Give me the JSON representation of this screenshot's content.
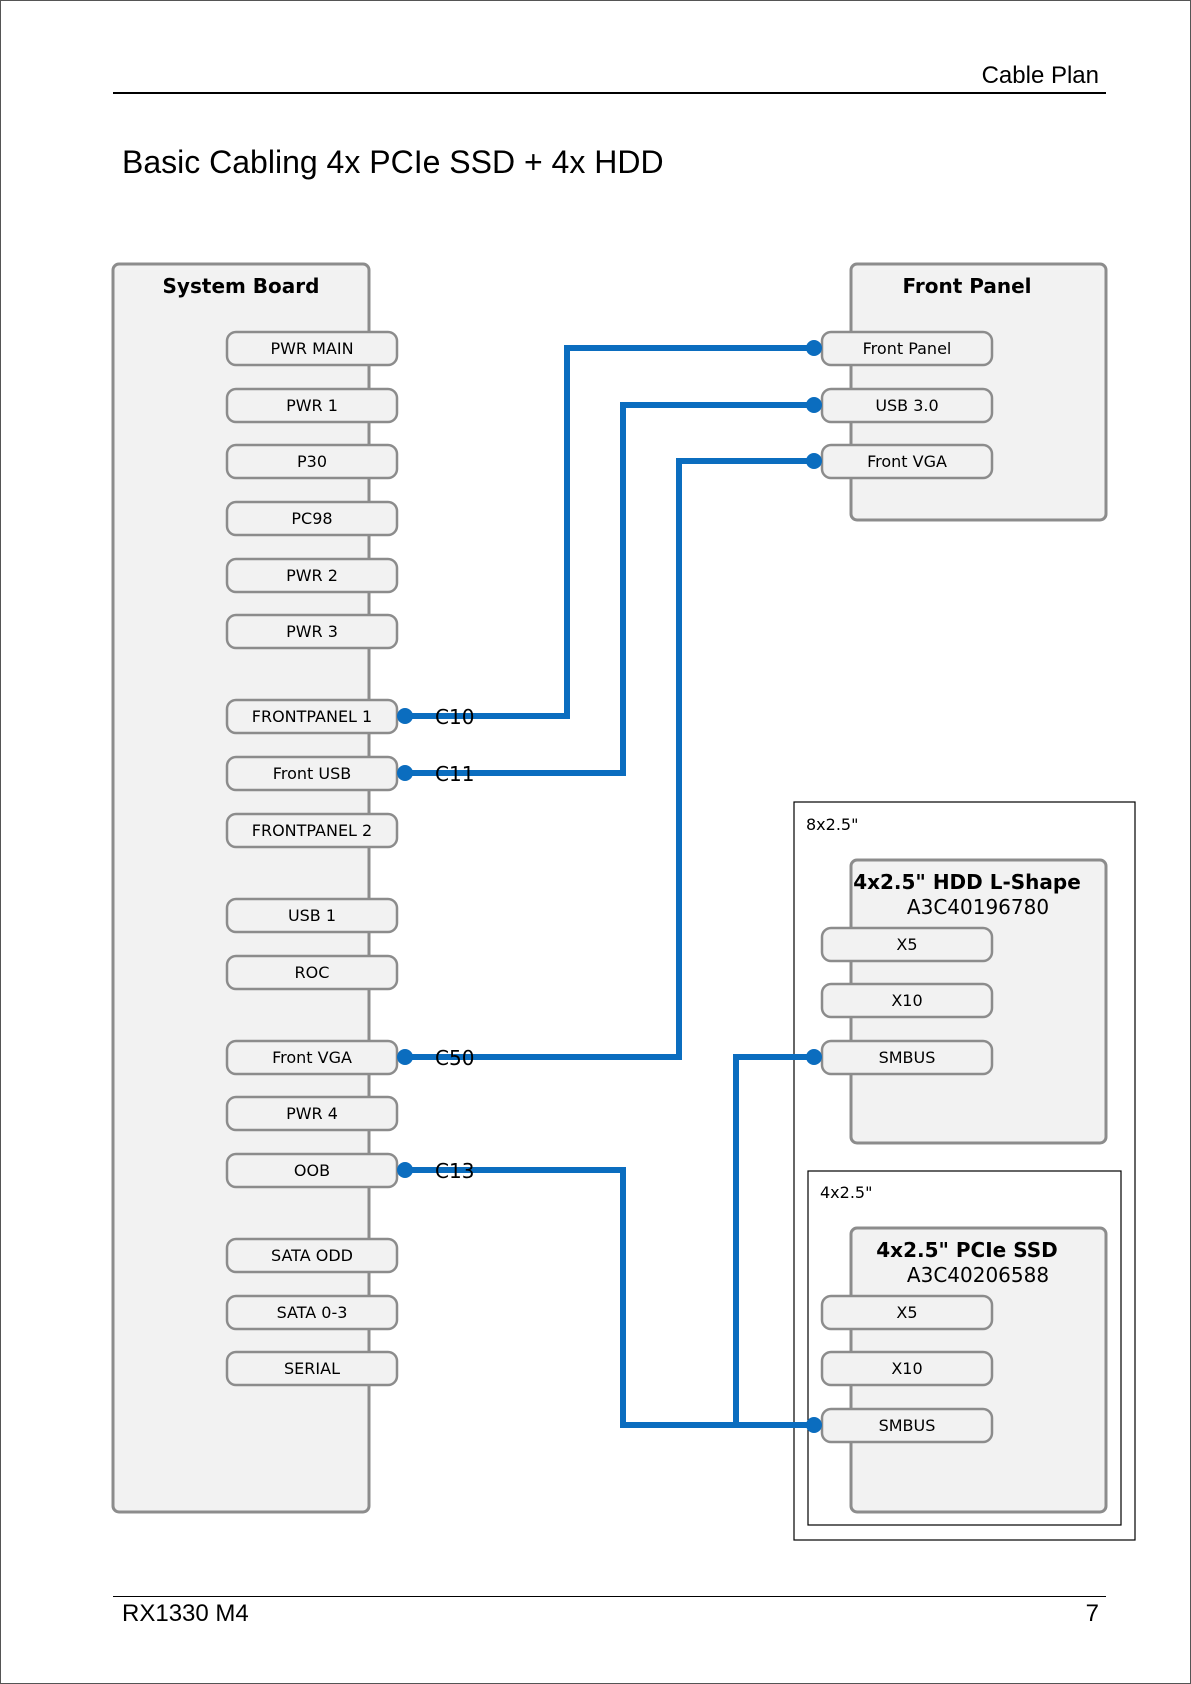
{
  "header": {
    "section": "Cable Plan"
  },
  "title": "Basic Cabling 4x PCIe SSD + 4x HDD",
  "footer": {
    "model": "RX1330 M4",
    "page": "7"
  },
  "colors": {
    "cable": "#0b6dbf",
    "box_fill": "#f2f2f2",
    "box_stroke": "#8c8c8c"
  },
  "system_board": {
    "title": "System Board",
    "connectors": [
      "PWR MAIN",
      "PWR 1",
      "P30",
      "PC98",
      "PWR 2",
      "PWR 3",
      "FRONTPANEL 1",
      "Front USB",
      "FRONTPANEL 2",
      "USB 1",
      "ROC",
      "Front VGA",
      "PWR 4",
      "OOB",
      "SATA ODD",
      "SATA 0-3",
      "SERIAL"
    ]
  },
  "front_panel": {
    "title": "Front Panel",
    "connectors": [
      "Front Panel",
      "USB 3.0",
      "Front VGA"
    ]
  },
  "outer_group": {
    "label": "8x2.5\""
  },
  "hdd_backplane": {
    "title": "4x2.5\" HDD L-Shape",
    "part_number": "A3C40196780",
    "connectors": [
      "X5",
      "X10",
      "SMBUS"
    ]
  },
  "inner_group": {
    "label": "4x2.5\""
  },
  "ssd_backplane": {
    "title": "4x2.5\" PCIe SSD",
    "part_number": "A3C40206588",
    "connectors": [
      "X5",
      "X10",
      "SMBUS"
    ]
  },
  "cables": [
    {
      "label": "C10",
      "from": "FRONTPANEL 1",
      "to": "Front Panel"
    },
    {
      "label": "C11",
      "from": "Front USB",
      "to": "USB 3.0"
    },
    {
      "label": "C50",
      "from": "Front VGA",
      "to": "Front VGA"
    },
    {
      "label": "C13",
      "from": "OOB",
      "to": "SMBUS (HDD L-Shape) + SMBUS (PCIe SSD)"
    }
  ]
}
